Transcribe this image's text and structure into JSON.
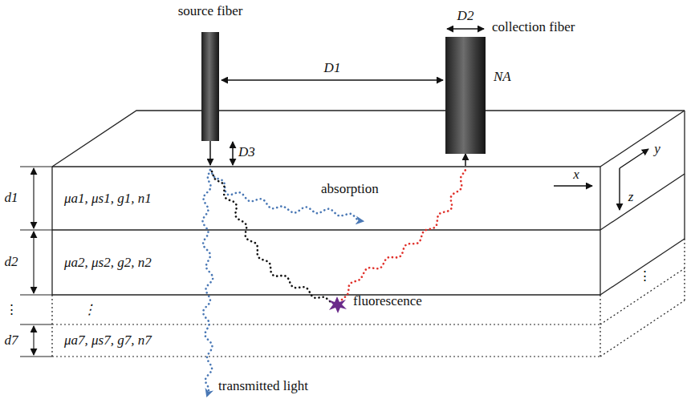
{
  "diagram": {
    "nodes": [
      {
        "text": [
          "source fiber"
        ]
      },
      {
        "text": [
          "collection fiber"
        ]
      },
      {
        "text": [
          "μa1, μs1, g1, n1"
        ]
      },
      {
        "text": [
          "μa2, μs2, g2, n2"
        ]
      },
      {
        "text": [
          "⋮"
        ]
      },
      {
        "text": [
          "μa7, μs7, g7, n7"
        ]
      }
    ],
    "labels": [
      "D1",
      "D2",
      "D3",
      "NA",
      "d1",
      "d2",
      "⋮",
      "d7",
      "x",
      "y",
      "z",
      "absorption",
      "fluorescence",
      "transmitted light",
      "⋮"
    ]
  }
}
